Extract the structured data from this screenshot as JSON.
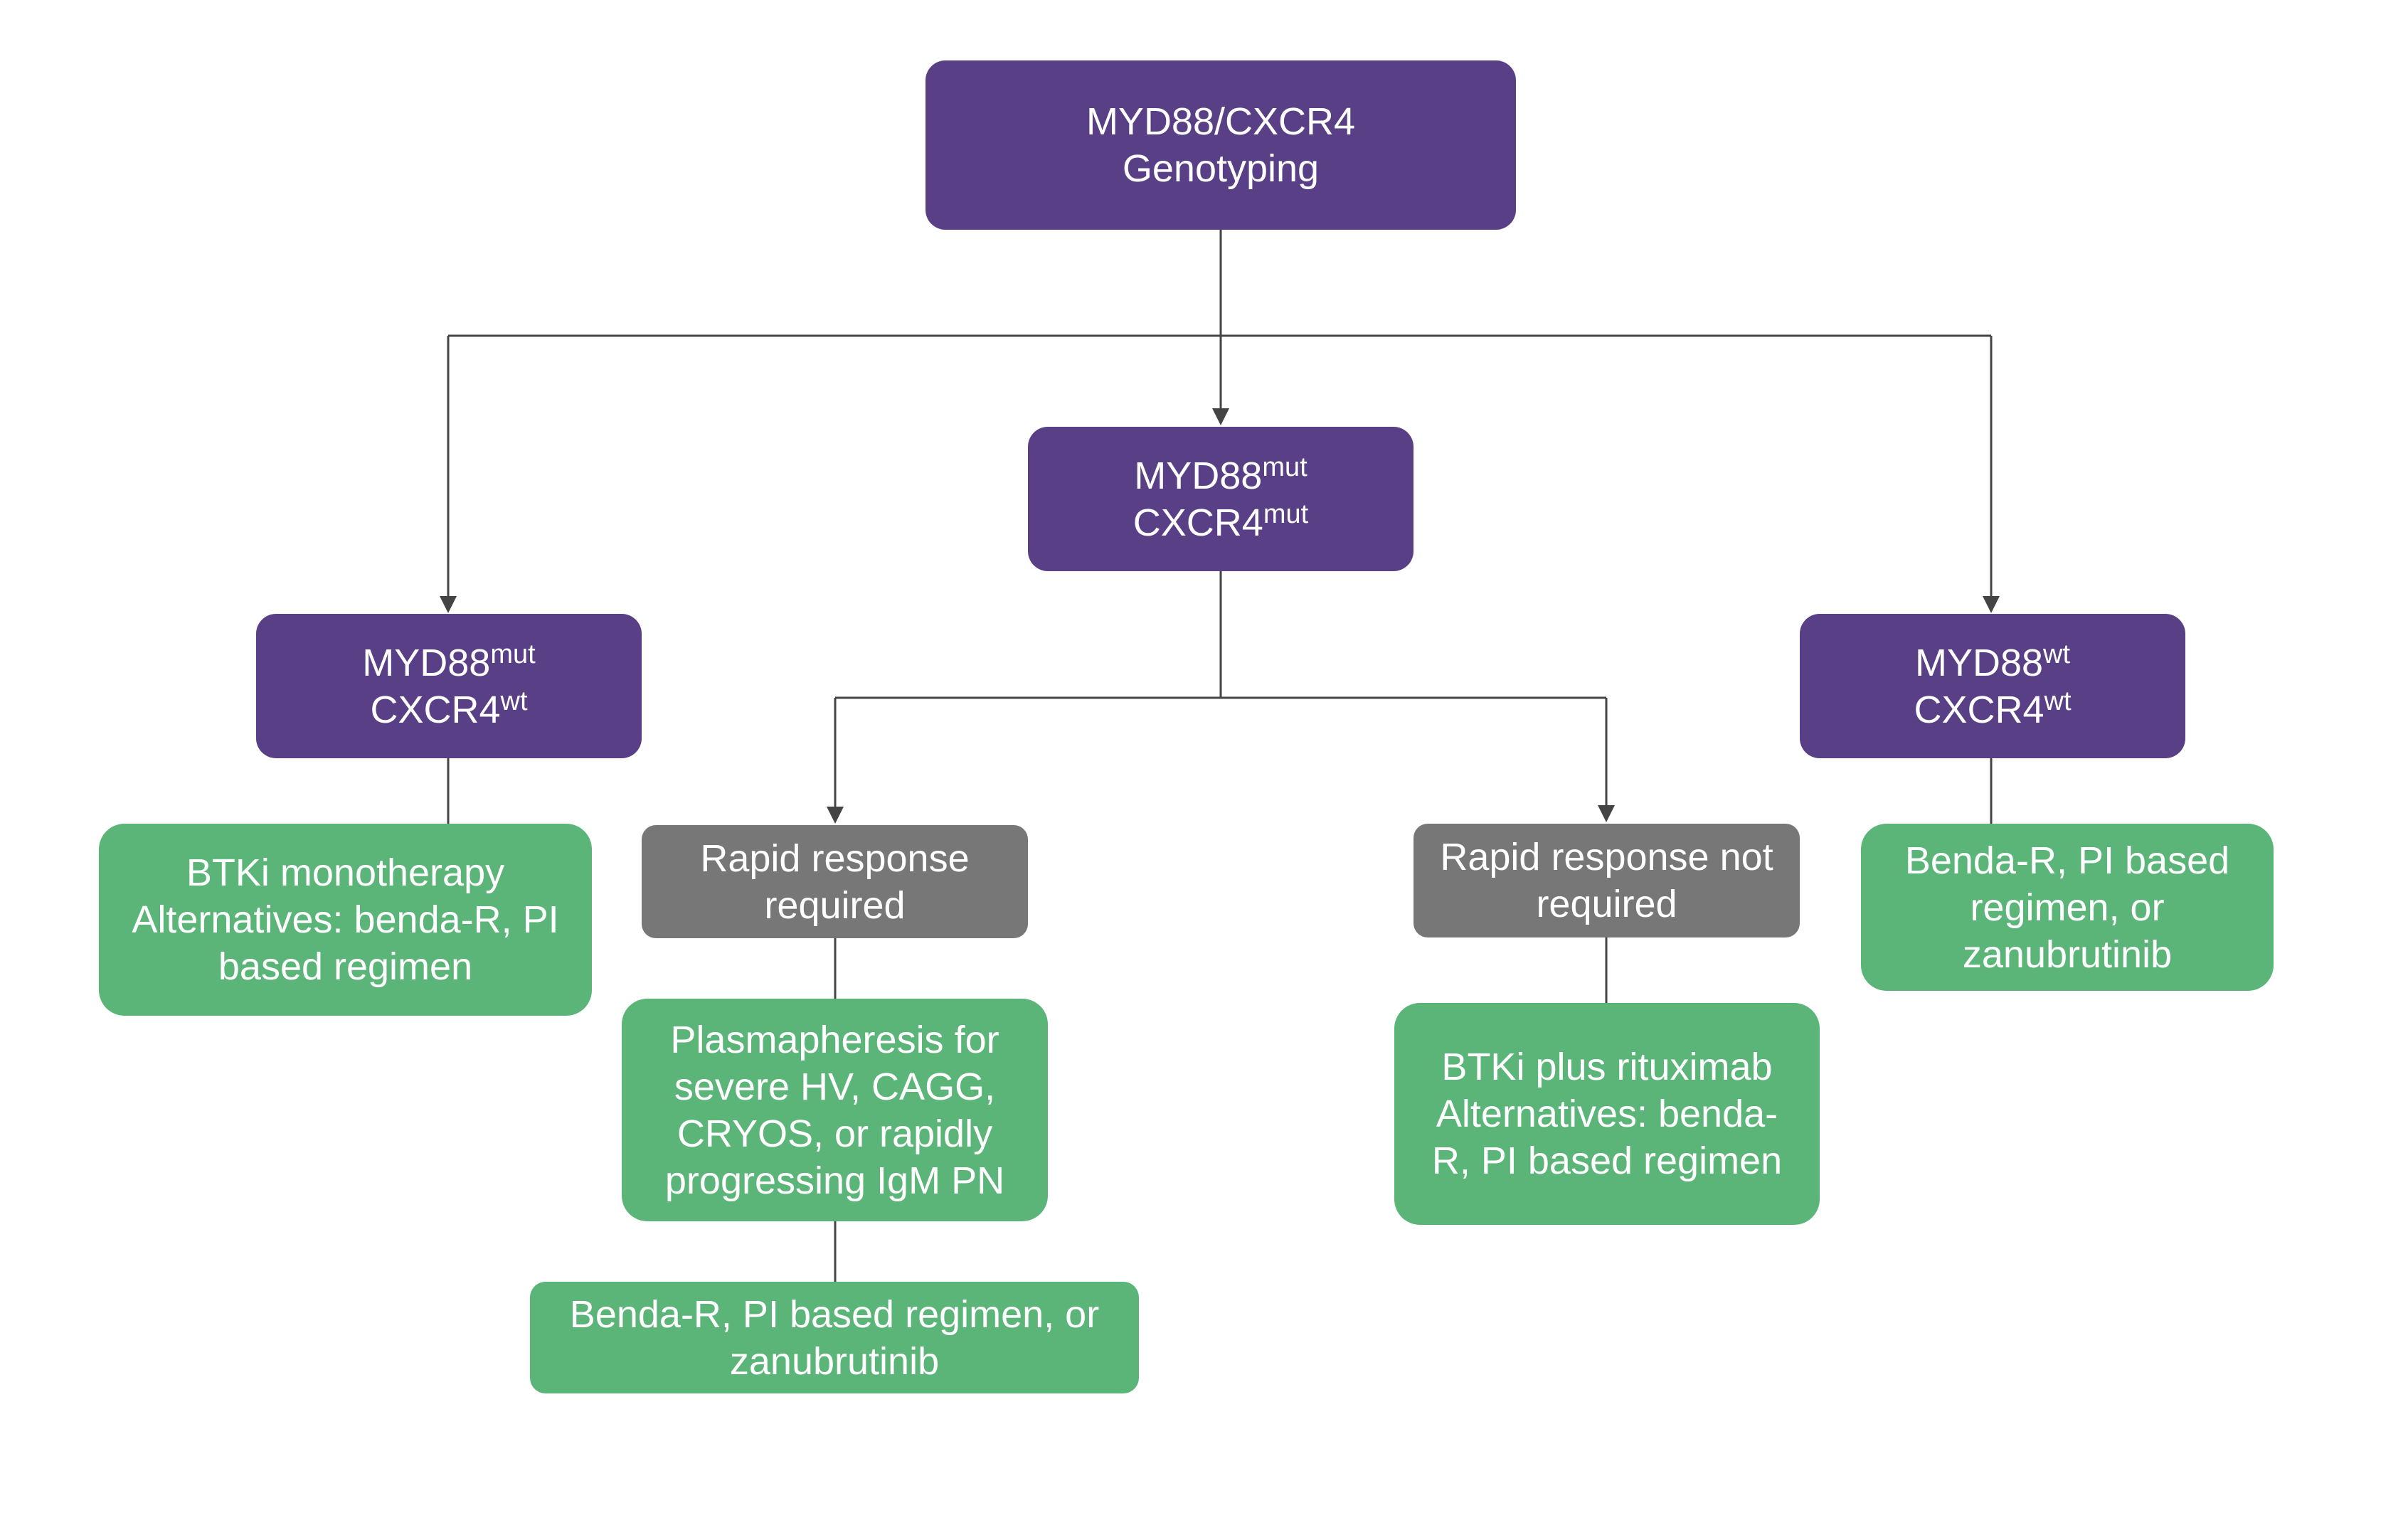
{
  "nodes": {
    "root": {
      "line1": "MYD88/CXCR4",
      "line2": "Genotyping"
    },
    "center": {
      "gene1": "MYD88",
      "sup1": "mut",
      "gene2": "CXCR4",
      "sup2": "mut"
    },
    "left": {
      "gene1": "MYD88",
      "sup1": "mut",
      "gene2": "CXCR4",
      "sup2": "wt"
    },
    "right": {
      "gene1": "MYD88",
      "sup1": "wt",
      "gene2": "CXCR4",
      "sup2": "wt"
    },
    "left_treatment": {
      "line1": "BTKi monotherapy",
      "line2": "Alternatives: benda-R, PI",
      "line3": "based regimen"
    },
    "rapid_required": {
      "line1": "Rapid response",
      "line2": "required"
    },
    "rapid_not_required": {
      "line1": "Rapid response not",
      "line2": "required"
    },
    "right_treatment": {
      "line1": "Benda-R, PI based",
      "line2": "regimen, or",
      "line3": "zanubrutinib"
    },
    "plasmapheresis": {
      "line1": "Plasmapheresis for",
      "line2": "severe HV, CAGG,",
      "line3": "CRYOS, or rapidly",
      "line4": "progressing IgM PN"
    },
    "btki_rituximab": {
      "line1": "BTKi plus rituximab",
      "line2": "Alternatives: benda-",
      "line3": "R, PI based regimen"
    },
    "bottom_treatment": {
      "line1": "Benda-R, PI based regimen, or",
      "line2": "zanubrutinib"
    }
  },
  "colors": {
    "genotype_box": "#583f86",
    "decision_box": "#777777",
    "treatment_box": "#5cb578",
    "connector": "#444444"
  }
}
